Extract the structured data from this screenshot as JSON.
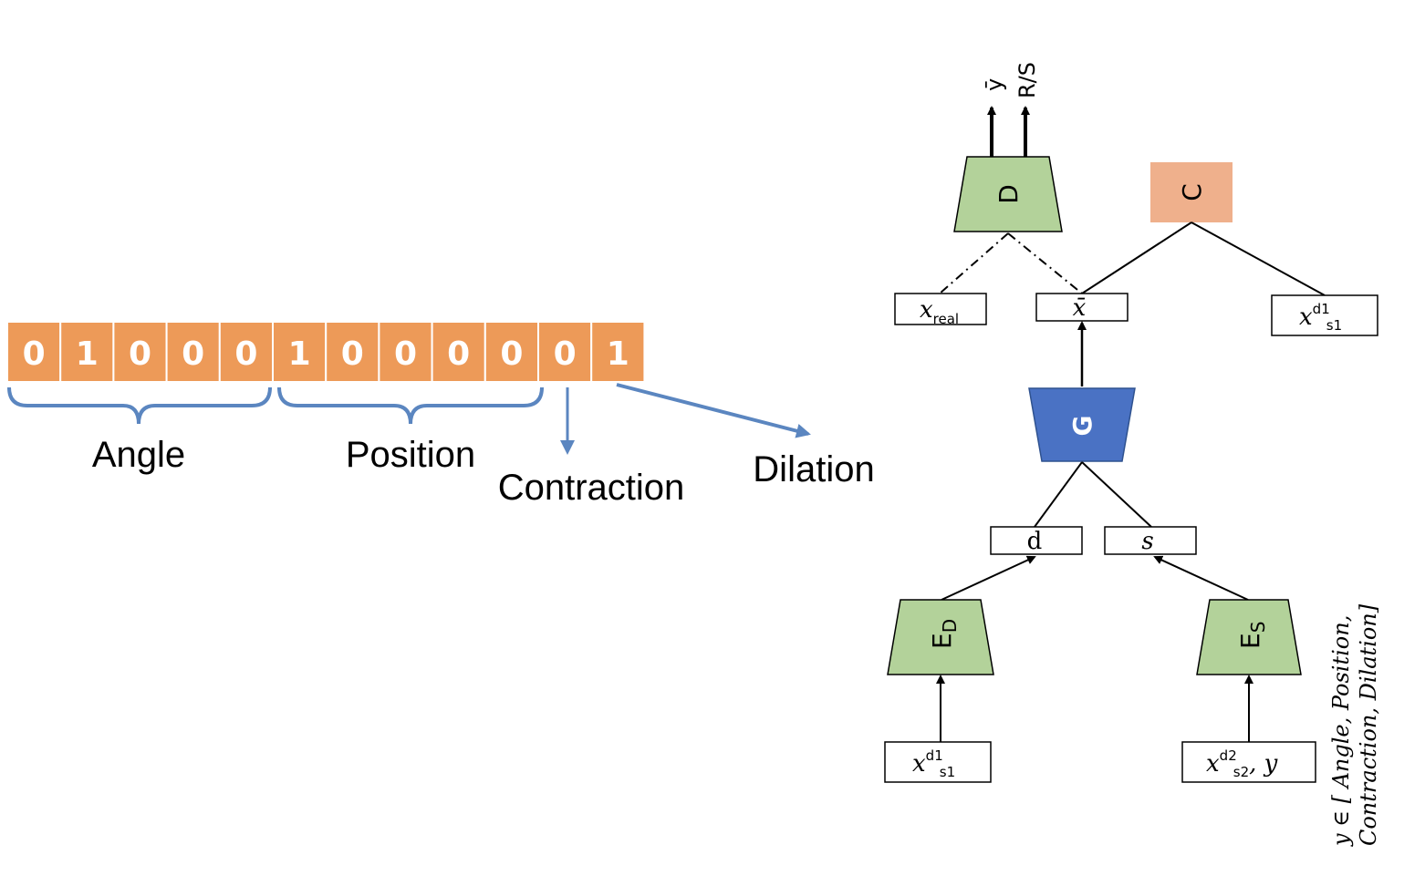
{
  "bit_vector": {
    "bits": [
      "0",
      "1",
      "0",
      "0",
      "0",
      "1",
      "0",
      "0",
      "0",
      "0",
      "0",
      "1"
    ],
    "fill_color": "#ED9A58"
  },
  "vector_labels": {
    "angle": "Angle",
    "position": "Position",
    "contraction": "Contraction",
    "dilation": "Dilation"
  },
  "network": {
    "discriminator": "D",
    "classifier": "C",
    "generator": "G",
    "encoder_d": {
      "main": "E",
      "sub": "D"
    },
    "encoder_s": {
      "main": "E",
      "sub": "S"
    },
    "outputs": {
      "y_bar": "ȳ",
      "rs": "R/S"
    },
    "boxes": {
      "x_real": {
        "main": "x",
        "sub": "real"
      },
      "x_bar": "x̄",
      "x_d1_s1_top": {
        "main": "x",
        "sup": "d1",
        "sub": "s1"
      },
      "d": "d",
      "s": "s",
      "x_d1_s1_bottom": {
        "main": "x",
        "sup": "d1",
        "sub": "s1"
      },
      "x_d2_s2_y": {
        "main": "x",
        "sup": "d2",
        "sub": "s2",
        "tail": ", y"
      }
    },
    "colors": {
      "green": "#B3D29A",
      "blue": "#4A72C4",
      "salmon": "#EFB08C",
      "arrow_blue": "#5B86C0"
    }
  },
  "side_note": {
    "line1": "y ∈ [ Angle, Position,",
    "line2": "Contraction, Dilation]"
  }
}
